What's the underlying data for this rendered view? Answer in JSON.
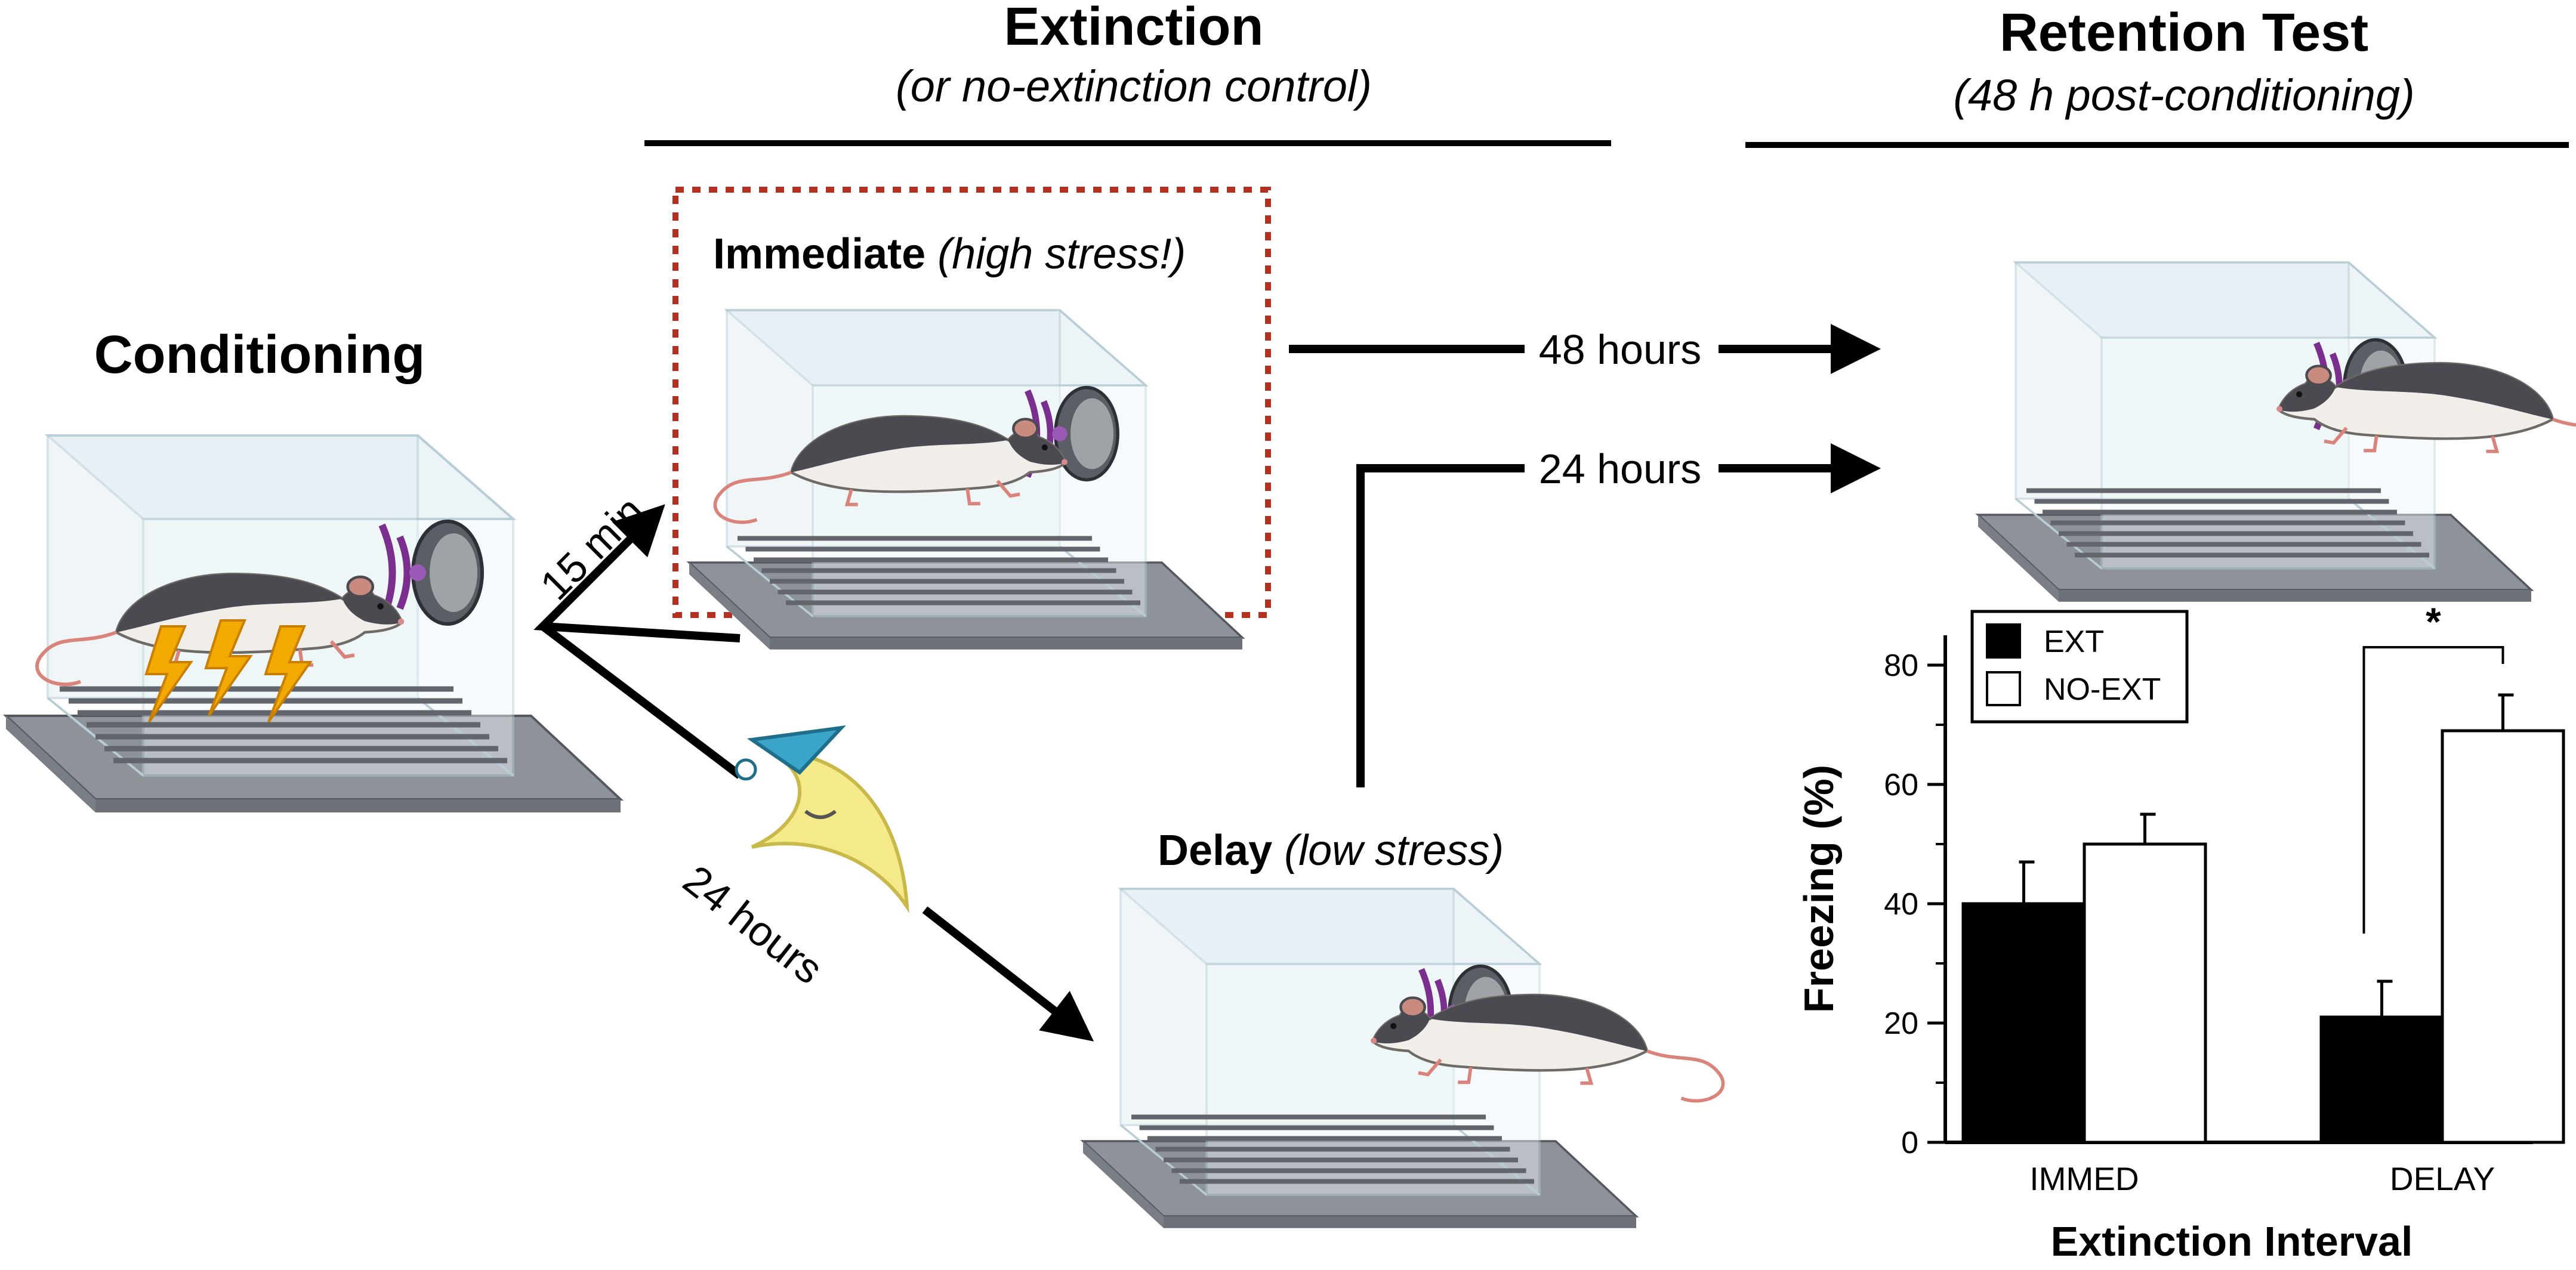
{
  "headers": {
    "conditioning": "Conditioning",
    "extinction": "Extinction",
    "extinction_sub": "(or no-extinction control)",
    "retention": "Retention Test",
    "retention_sub": "(48 h post-conditioning)"
  },
  "branches": {
    "immediate_bold": "Immediate",
    "immediate_italic": "(high stress!)",
    "delay_bold": "Delay",
    "delay_italic": "(low stress)",
    "label_15min": "15 min",
    "label_24h_sleep": "24 hours",
    "label_48h": "48 hours",
    "label_24h": "24 hours"
  },
  "colors": {
    "ink": "#000000",
    "dash_box": "#b5301e",
    "sound_wave": "#7a2f8e",
    "shock": "#f2a900",
    "platform": "#8a8f96",
    "glass": "#dbe9ef",
    "moon": "#f4ea8a",
    "nightcap": "#3aa5c8"
  },
  "chart_data": {
    "type": "bar",
    "categories": [
      "IMMED",
      "DELAY"
    ],
    "series": [
      {
        "name": "EXT",
        "values": [
          40,
          21
        ],
        "errors": [
          7,
          6
        ],
        "fill": "#000000"
      },
      {
        "name": "NO-EXT",
        "values": [
          50,
          69
        ],
        "errors": [
          5,
          6
        ],
        "fill": "#ffffff"
      }
    ],
    "xlabel": "Extinction Interval",
    "ylabel": "Freezing (%)",
    "ylim": [
      0,
      85
    ],
    "yticks": [
      0,
      20,
      40,
      60,
      80
    ],
    "legend": "top-left",
    "grid": false,
    "annotation": "*"
  }
}
